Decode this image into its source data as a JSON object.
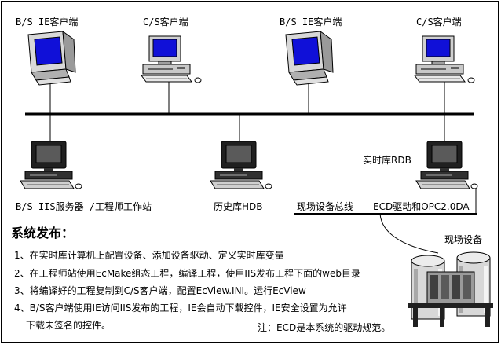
{
  "top_clients": [
    {
      "label": "B/S IE客户端",
      "kind": "crt"
    },
    {
      "label": "C/S客户端",
      "kind": "desktop"
    },
    {
      "label": "B/S IE客户端",
      "kind": "crt"
    },
    {
      "label": "C/S客户端",
      "kind": "desktop"
    }
  ],
  "bottom_nodes": {
    "iis_server": "B/S IIS服务器 /工程师工作站",
    "history_db": "历史库HDB",
    "realtime_db": "实时库RDB"
  },
  "field": {
    "bus_label": "现场设备总线",
    "driver_label": "ECD驱动和OPC2.0DA",
    "device_label": "现场设备"
  },
  "publish": {
    "title": "系统发布：",
    "steps": [
      "1、在实时库计算机上配置设备、添加设备驱动、定义实时库变量",
      "2、在工程师站使用EcMake组态工程，编译工程，使用IIS发布工程下面的web目录",
      "3、将编译好的工程复制到C/S客户端，配置EcView.INI。运行EcView",
      "4、B/S客户端使用IE访问IIS发布的工程，IE会自动下载控件，IE安全设置为允许"
    ],
    "step4_cont": "下载未签名的控件。",
    "note": "注：ECD是本系统的驱动规范。"
  },
  "colors": {
    "screen": "#1010d8",
    "case": "#c8c8c8",
    "dark": "#202020",
    "line": "#000000"
  }
}
